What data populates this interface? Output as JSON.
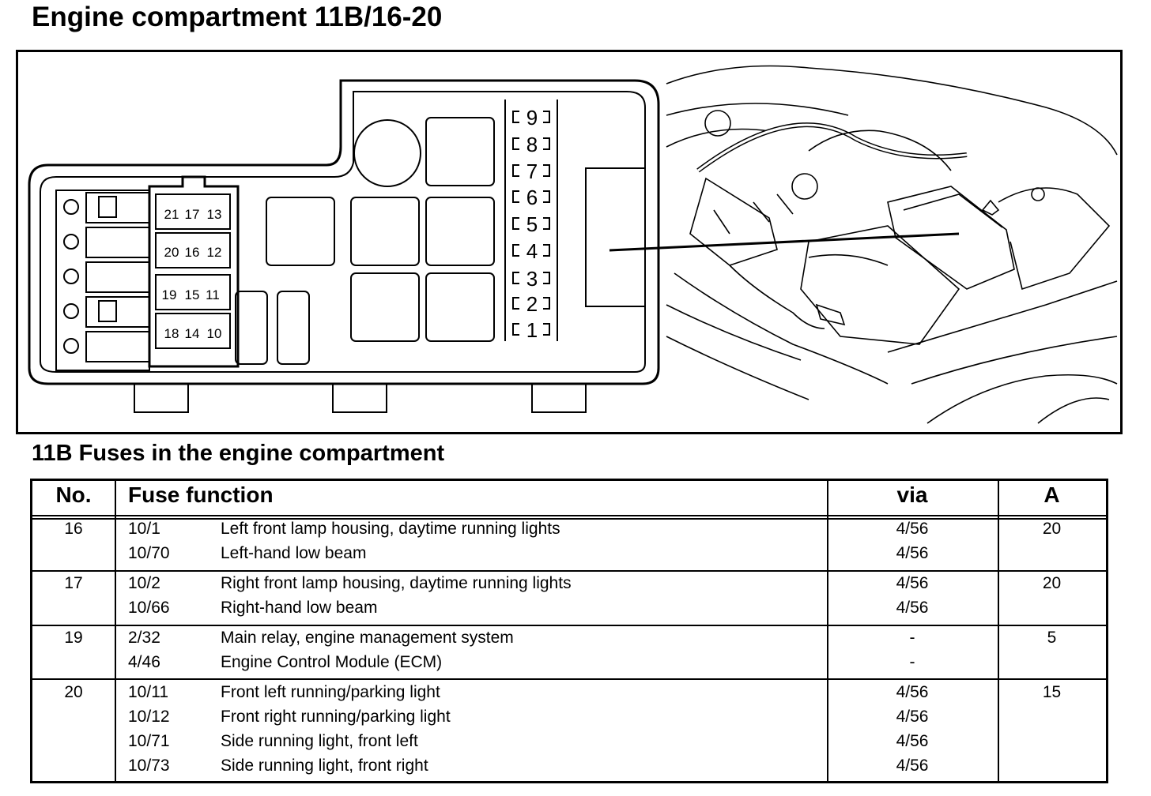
{
  "title": "Engine compartment 11B/16-20",
  "fuse_box": {
    "relay_labels": [
      [
        "21",
        "17",
        "13"
      ],
      [
        "20",
        "16",
        "12"
      ],
      [
        "19",
        "15",
        "11"
      ],
      [
        "18",
        "14",
        "10"
      ]
    ],
    "strip_labels": [
      "9",
      "8",
      "7",
      "6",
      "5",
      "4",
      "3",
      "2",
      "1"
    ]
  },
  "section_title": "11B Fuses in the engine compartment",
  "table": {
    "headers": {
      "no": "No.",
      "function": "Fuse function",
      "via": "via",
      "amp": "A"
    },
    "groups": [
      {
        "no": "16",
        "amp": "20",
        "rows": [
          {
            "code": "10/1",
            "function": "Left front lamp housing, daytime running lights",
            "via": "4/56"
          },
          {
            "code": "10/70",
            "function": "Left-hand low beam",
            "via": "4/56"
          }
        ]
      },
      {
        "no": "17",
        "amp": "20",
        "rows": [
          {
            "code": "10/2",
            "function": "Right front lamp housing, daytime running lights",
            "via": "4/56"
          },
          {
            "code": "10/66",
            "function": "Right-hand low beam",
            "via": "4/56"
          }
        ]
      },
      {
        "no": "19",
        "amp": "5",
        "rows": [
          {
            "code": "2/32",
            "function": "Main relay, engine management system",
            "via": "-"
          },
          {
            "code": "4/46",
            "function": "Engine Control Module (ECM)",
            "via": "-"
          }
        ]
      },
      {
        "no": "20",
        "amp": "15",
        "rows": [
          {
            "code": "10/11",
            "function": "Front left running/parking light",
            "via": "4/56"
          },
          {
            "code": "10/12",
            "function": "Front right running/parking light",
            "via": "4/56"
          },
          {
            "code": "10/71",
            "function": "Side running light, front left",
            "via": "4/56"
          },
          {
            "code": "10/73",
            "function": "Side running light, front right",
            "via": "4/56"
          }
        ]
      }
    ]
  }
}
